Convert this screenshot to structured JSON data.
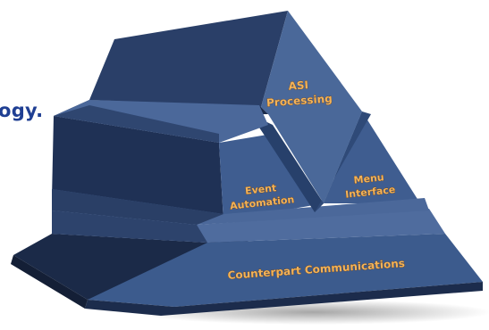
{
  "heading_fragment": "ogy.",
  "pyramid": {
    "top_label_line1": "ASI",
    "top_label_line2": "Processing",
    "left_label_line1": "Event",
    "left_label_line2": "Automation",
    "right_label_line1": "Menu",
    "right_label_line2": "Interface",
    "base_label": "Counterpart Communications"
  },
  "colors": {
    "title": "#1f3f93",
    "pyramid_face": "#3d5a8c",
    "pyramid_dark": "#1e2f52",
    "label_text": "#f2b35a"
  }
}
